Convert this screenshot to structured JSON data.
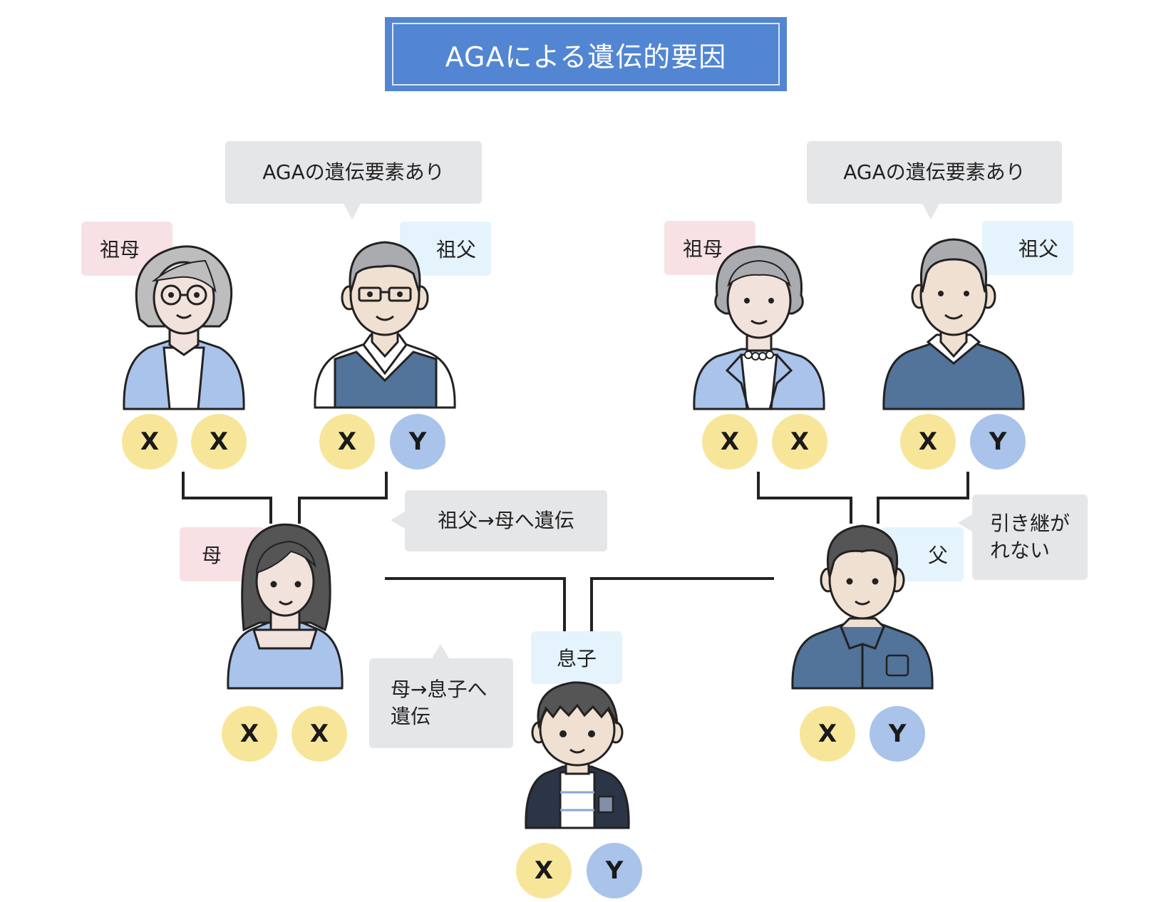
{
  "title": "AGAによる遺伝的要因",
  "colors": {
    "title_bg": "#5286d2",
    "bubble_bg": "#e5e6e8",
    "female_tag_bg": "#f7e1e4",
    "male_tag_bg": "#e4f3fc",
    "x_chromosome": "#f7e699",
    "y_chromosome": "#a9c3ea",
    "line": "#222222"
  },
  "callouts": {
    "maternal_grandparents": "AGAの遺伝要素あり",
    "paternal_grandparents": "AGAの遺伝要素あり",
    "grandfather_to_mother": "祖父→母へ遺伝",
    "not_inherited": "引き継が\nれない",
    "mother_to_son": "母→息子へ\n遺伝"
  },
  "people": {
    "maternal_grandmother": {
      "label": "祖母",
      "chromosomes": [
        "X",
        "X"
      ]
    },
    "maternal_grandfather": {
      "label": "祖父",
      "chromosomes": [
        "X",
        "Y"
      ]
    },
    "paternal_grandmother": {
      "label": "祖母",
      "chromosomes": [
        "X",
        "X"
      ]
    },
    "paternal_grandfather": {
      "label": "祖父",
      "chromosomes": [
        "X",
        "Y"
      ]
    },
    "mother": {
      "label": "母",
      "chromosomes": [
        "X",
        "X"
      ]
    },
    "father": {
      "label": "父",
      "chromosomes": [
        "X",
        "Y"
      ]
    },
    "son": {
      "label": "息子",
      "chromosomes": [
        "X",
        "Y"
      ]
    }
  }
}
